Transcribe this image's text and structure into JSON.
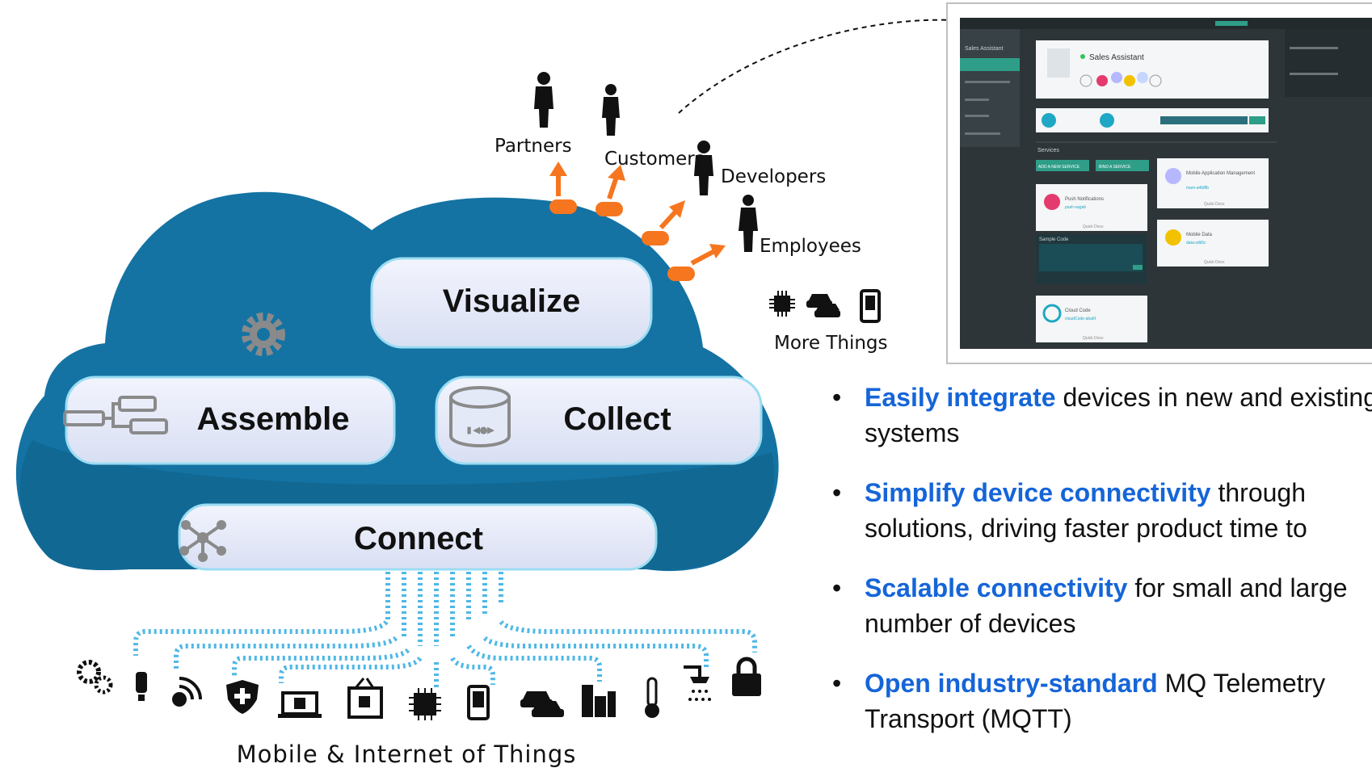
{
  "cloud": {
    "boxes": {
      "visualize": "Visualize",
      "assemble": "Assemble",
      "collect": "Collect",
      "connect": "Connect"
    },
    "bottom_caption": "Mobile & Internet of Things"
  },
  "audience": {
    "partners": "Partners",
    "customers": "Customers",
    "developers": "Developers",
    "employees": "Employees",
    "more_things": "More Things"
  },
  "dashboard": {
    "sidebar_title": "Sales Assistant",
    "app_title": "Sales Assistant",
    "services_heading": "Services",
    "add_service": "ADD A NEW SERVICE",
    "bind_service": "BIND A SERVICE",
    "sample_code": "Sample Code",
    "cards": [
      {
        "title": "Push Notifications",
        "link": "push-sagah"
      },
      {
        "title": "Mobile Application Management",
        "link": "mam-a4b8fb"
      },
      {
        "title": "Mobile Data",
        "link": "data-sdk5c"
      },
      {
        "title": "Cloud Code",
        "link": "cloudCode-aba6f"
      }
    ],
    "card_footer": "Quick Docs"
  },
  "bullets": [
    {
      "highlight": "Easily integrate",
      "text": " devices in new and existing",
      "line2": "systems"
    },
    {
      "highlight": "Simplify device connectivity",
      "text": " through",
      "line2": "solutions, driving faster product time to"
    },
    {
      "highlight": "Scalable connectivity",
      "text": " for small and large",
      "line2": "number of devices"
    },
    {
      "highlight": "Open industry-standard",
      "text": " MQ Telemetry",
      "line2": "Transport (MQTT)"
    }
  ],
  "colors": {
    "cloud_outer": "#1473a3",
    "cloud_inner": "#0f5e87",
    "pill_fill": "#e4e9f8",
    "pill_stroke": "#9bdcf2",
    "arrow": "#f5761f",
    "dots": "#4fb8e6",
    "highlight_text": "#1565d8",
    "panel_bg": "#2e3538"
  }
}
